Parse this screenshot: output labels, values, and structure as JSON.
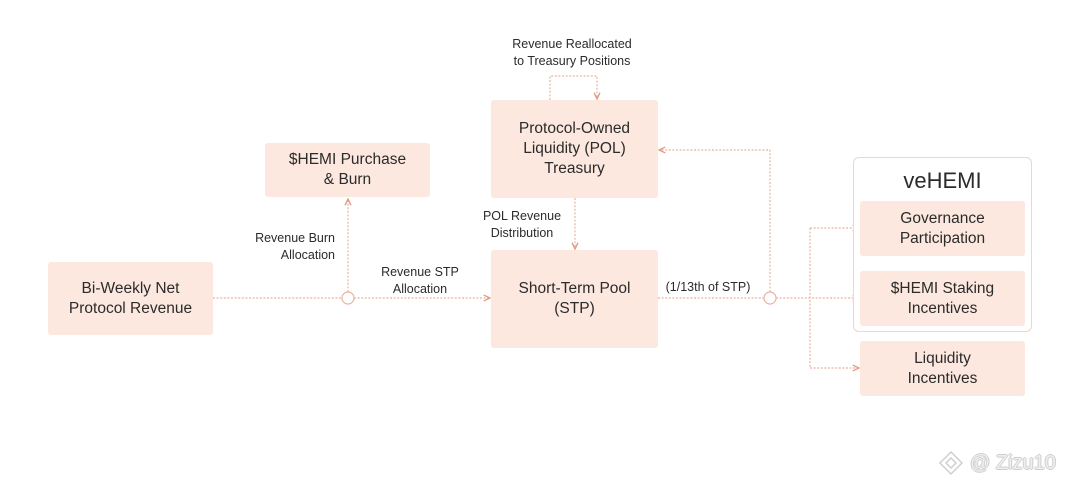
{
  "nodes": {
    "net_revenue": {
      "lines": [
        "Bi-Weekly Net",
        "Protocol Revenue"
      ]
    },
    "purchase_burn": {
      "lines": [
        "$HEMI Purchase",
        "& Burn"
      ]
    },
    "pol_treasury": {
      "lines": [
        "Protocol-Owned",
        "Liquidity (POL)",
        "Treasury"
      ]
    },
    "stp": {
      "lines": [
        "Short-Term Pool",
        "(STP)"
      ]
    },
    "vehemi": {
      "title": "veHEMI"
    },
    "governance": {
      "lines": [
        "Governance",
        "Participation"
      ]
    },
    "staking": {
      "lines": [
        "$HEMI Staking",
        "Incentives"
      ]
    },
    "liquidity": {
      "lines": [
        "Liquidity",
        "Incentives"
      ]
    }
  },
  "edge_labels": {
    "burn_allocation": [
      "Revenue Burn",
      "Allocation"
    ],
    "stp_allocation": [
      "Revenue STP",
      "Allocation"
    ],
    "treasury_reallocation": [
      "Revenue Reallocated",
      "to Treasury Positions"
    ],
    "pol_distribution": [
      "POL Revenue",
      "Distribution"
    ],
    "stp_share": "(1/13th of STP)"
  },
  "watermark": {
    "text": "@ Zizu10",
    "icon": "binance-square-logo-icon"
  },
  "colors": {
    "background": "#ffffff",
    "box_fill": "#fce8df",
    "container_border": "#f2d4c8",
    "edge": "#e7b3a2",
    "arrow": "#e19a84",
    "text": "#2b2b2b",
    "watermark": "#cfcfcf"
  }
}
